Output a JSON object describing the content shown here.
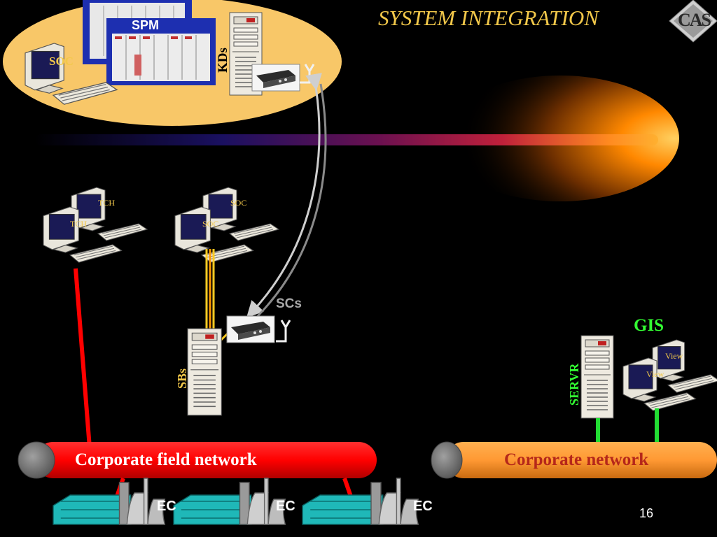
{
  "slide": {
    "title": "SYSTEM INTEGRATION",
    "logo_text": "CAS",
    "page_number": "16"
  },
  "top_cluster": {
    "soc_label": "SOC",
    "spm_label": "SPM",
    "kds_label": "KDs"
  },
  "workstations": {
    "tch_label_back": "TCH",
    "tch_label_front": "TCH",
    "soc_label_back": "SOC",
    "soc_label_front": "SOC"
  },
  "field_side": {
    "scs_label": "SCs",
    "sbs_label": "SBs",
    "network_label": "Corporate field network",
    "plant_labels": [
      "EC",
      "EC",
      "EC"
    ]
  },
  "corporate_side": {
    "gis_label": "GIS",
    "server_label": "SERVR",
    "view_label_back": "View",
    "view_label_front": "View",
    "network_label": "Corporate network"
  },
  "colors": {
    "field_network": "#ff0000",
    "corporate_network": "#ff9933",
    "gis": "#33ff33",
    "ellipse": "#f8c768",
    "title": "#f2c84a",
    "spm_panel": "#1d2fb0"
  }
}
